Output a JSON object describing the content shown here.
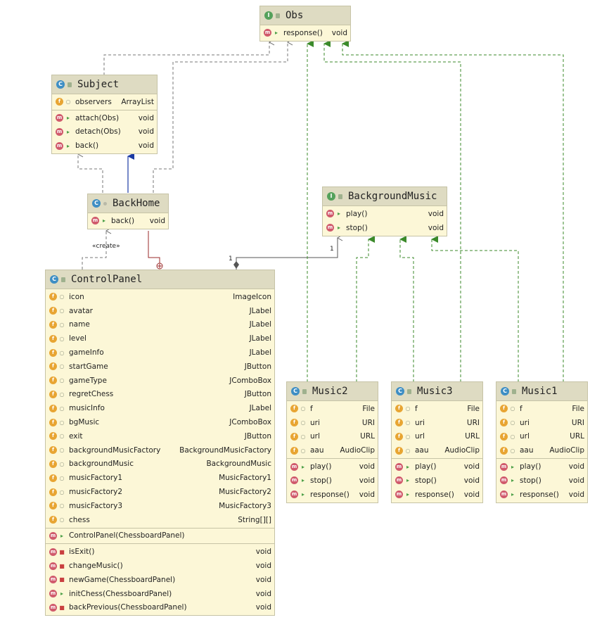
{
  "labels": {
    "create": "«create»",
    "mult_left": "1",
    "mult_right": "1"
  },
  "classes": {
    "obs": {
      "name": "Obs",
      "kind": "interface",
      "methods": [
        {
          "name": "response()",
          "type": "void",
          "vis": "public"
        }
      ]
    },
    "subject": {
      "name": "Subject",
      "kind": "class",
      "fields": [
        {
          "name": "observers",
          "type": "ArrayList",
          "vis": "package"
        }
      ],
      "methods": [
        {
          "name": "attach(Obs)",
          "type": "void",
          "vis": "public"
        },
        {
          "name": "detach(Obs)",
          "type": "void",
          "vis": "public"
        },
        {
          "name": "back()",
          "type": "void",
          "vis": "public"
        }
      ]
    },
    "backhome": {
      "name": "BackHome",
      "kind": "class",
      "methods": [
        {
          "name": "back()",
          "type": "void",
          "vis": "public"
        }
      ]
    },
    "bgmusic": {
      "name": "BackgroundMusic",
      "kind": "interface",
      "methods": [
        {
          "name": "play()",
          "type": "void",
          "vis": "public"
        },
        {
          "name": "stop()",
          "type": "void",
          "vis": "public"
        }
      ]
    },
    "controlpanel": {
      "name": "ControlPanel",
      "kind": "class",
      "fields": [
        {
          "name": "icon",
          "type": "ImageIcon",
          "vis": "package"
        },
        {
          "name": "avatar",
          "type": "JLabel",
          "vis": "package"
        },
        {
          "name": "name",
          "type": "JLabel",
          "vis": "package"
        },
        {
          "name": "level",
          "type": "JLabel",
          "vis": "package"
        },
        {
          "name": "gameInfo",
          "type": "JLabel",
          "vis": "package"
        },
        {
          "name": "startGame",
          "type": "JButton",
          "vis": "package"
        },
        {
          "name": "gameType",
          "type": "JComboBox",
          "vis": "package"
        },
        {
          "name": "regretChess",
          "type": "JButton",
          "vis": "package"
        },
        {
          "name": "musicInfo",
          "type": "JLabel",
          "vis": "package"
        },
        {
          "name": "bgMusic",
          "type": "JComboBox",
          "vis": "package"
        },
        {
          "name": "exit",
          "type": "JButton",
          "vis": "package"
        },
        {
          "name": "backgroundMusicFactory",
          "type": "BackgroundMusicFactory",
          "vis": "package"
        },
        {
          "name": "backgroundMusic",
          "type": "BackgroundMusic",
          "vis": "package"
        },
        {
          "name": "musicFactory1",
          "type": "MusicFactory1",
          "vis": "package"
        },
        {
          "name": "musicFactory2",
          "type": "MusicFactory2",
          "vis": "package"
        },
        {
          "name": "musicFactory3",
          "type": "MusicFactory3",
          "vis": "package"
        },
        {
          "name": "chess",
          "type": "String[][]",
          "vis": "package"
        }
      ],
      "constructors": [
        {
          "name": "ControlPanel(ChessboardPanel)",
          "type": "",
          "vis": "public"
        }
      ],
      "methods": [
        {
          "name": "isExit()",
          "type": "void",
          "vis": "private"
        },
        {
          "name": "changeMusic()",
          "type": "void",
          "vis": "private"
        },
        {
          "name": "newGame(ChessboardPanel)",
          "type": "void",
          "vis": "private"
        },
        {
          "name": "initChess(ChessboardPanel)",
          "type": "void",
          "vis": "public"
        },
        {
          "name": "backPrevious(ChessboardPanel)",
          "type": "void",
          "vis": "private"
        }
      ]
    },
    "music2": {
      "name": "Music2",
      "kind": "class",
      "fields": [
        {
          "name": "f",
          "type": "File",
          "vis": "package"
        },
        {
          "name": "uri",
          "type": "URI",
          "vis": "package"
        },
        {
          "name": "url",
          "type": "URL",
          "vis": "package"
        },
        {
          "name": "aau",
          "type": "AudioClip",
          "vis": "package"
        }
      ],
      "methods": [
        {
          "name": "play()",
          "type": "void",
          "vis": "public"
        },
        {
          "name": "stop()",
          "type": "void",
          "vis": "public"
        },
        {
          "name": "response()",
          "type": "void",
          "vis": "public"
        }
      ]
    },
    "music3": {
      "name": "Music3",
      "kind": "class",
      "fields": [
        {
          "name": "f",
          "type": "File",
          "vis": "package"
        },
        {
          "name": "uri",
          "type": "URI",
          "vis": "package"
        },
        {
          "name": "url",
          "type": "URL",
          "vis": "package"
        },
        {
          "name": "aau",
          "type": "AudioClip",
          "vis": "package"
        }
      ],
      "methods": [
        {
          "name": "play()",
          "type": "void",
          "vis": "public"
        },
        {
          "name": "stop()",
          "type": "void",
          "vis": "public"
        },
        {
          "name": "response()",
          "type": "void",
          "vis": "public"
        }
      ]
    },
    "music1": {
      "name": "Music1",
      "kind": "class",
      "fields": [
        {
          "name": "f",
          "type": "File",
          "vis": "package"
        },
        {
          "name": "uri",
          "type": "URI",
          "vis": "package"
        },
        {
          "name": "url",
          "type": "URL",
          "vis": "package"
        },
        {
          "name": "aau",
          "type": "AudioClip",
          "vis": "package"
        }
      ],
      "methods": [
        {
          "name": "play()",
          "type": "void",
          "vis": "public"
        },
        {
          "name": "stop()",
          "type": "void",
          "vis": "public"
        },
        {
          "name": "response()",
          "type": "void",
          "vis": "public"
        }
      ]
    }
  }
}
